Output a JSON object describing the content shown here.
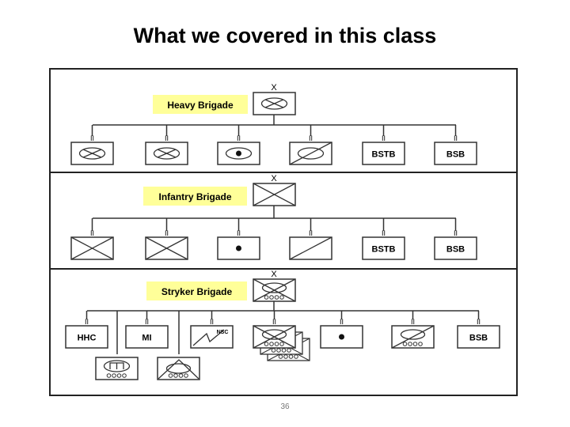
{
  "slide": {
    "title": "What we covered in this class",
    "page_number": "36"
  },
  "echelon_marks": {
    "brigade": "X",
    "battalion": "II"
  },
  "colors": {
    "label_background": "#ffff99",
    "line": "#333333",
    "panel_border": "#222222"
  },
  "panels": [
    {
      "label": "Heavy Brigade",
      "hq_symbol": "armor-infantry-icon",
      "units": [
        {
          "symbol": "armor-infantry-icon",
          "text": ""
        },
        {
          "symbol": "armor-infantry-icon",
          "text": ""
        },
        {
          "symbol": "armored-recon-icon",
          "text": ""
        },
        {
          "symbol": "armored-field-artillery-icon",
          "text": ""
        },
        {
          "symbol": "text",
          "text": "BSTB"
        },
        {
          "symbol": "text",
          "text": "BSB"
        }
      ]
    },
    {
      "label": "Infantry Brigade",
      "hq_symbol": "infantry-icon",
      "units": [
        {
          "symbol": "infantry-icon",
          "text": ""
        },
        {
          "symbol": "infantry-icon",
          "text": ""
        },
        {
          "symbol": "recon-icon",
          "text": ""
        },
        {
          "symbol": "field-artillery-icon",
          "text": ""
        },
        {
          "symbol": "text",
          "text": "BSTB"
        },
        {
          "symbol": "text",
          "text": "BSB"
        }
      ]
    },
    {
      "label": "Stryker Brigade",
      "hq_symbol": "stryker-infantry-icon",
      "units": [
        {
          "symbol": "text",
          "text": "HHC"
        },
        {
          "symbol": "text",
          "text": "MI"
        },
        {
          "symbol": "signal-icon",
          "text": "NSC"
        },
        {
          "symbol": "stryker-infantry-stack-icon",
          "text": ""
        },
        {
          "symbol": "recon-icon",
          "text": ""
        },
        {
          "symbol": "stryker-field-artillery-icon",
          "text": ""
        },
        {
          "symbol": "text",
          "text": "BSB"
        }
      ],
      "sub_units": [
        {
          "symbol": "stryker-engineer-icon"
        },
        {
          "symbol": "stryker-air-defense-icon"
        }
      ]
    }
  ]
}
